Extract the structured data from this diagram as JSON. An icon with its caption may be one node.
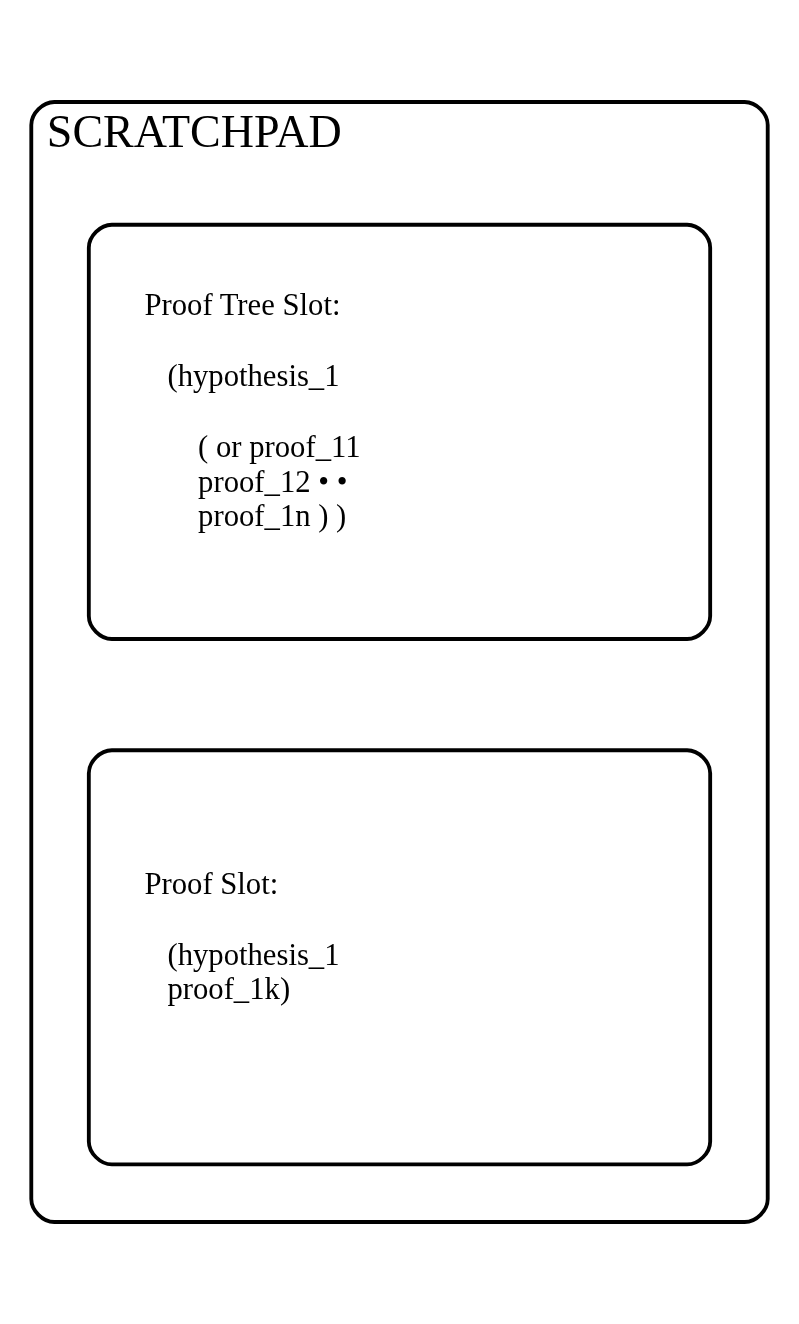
{
  "diagram": {
    "nodes": [
      {
        "text": [
          "SCRATCHPAD"
        ]
      },
      {
        "text": [
          "Proof Tree Slot:",
          "(hypothesis_1",
          "( or proof_11 proof_12 • • proof_1n ) )"
        ],
        "in": 0
      },
      {
        "text": [
          "Proof Slot:",
          "(hypothesis_1 proof_1k)"
        ],
        "in": 0
      }
    ],
    "edges": []
  }
}
